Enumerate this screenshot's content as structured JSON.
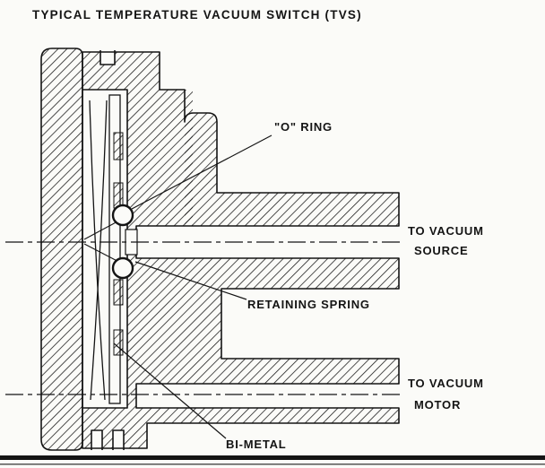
{
  "title": "TYPICAL TEMPERATURE VACUUM SWITCH (TVS)",
  "labels": {
    "o_ring": "\"O\" RING",
    "vacuum_source_1": "TO VACUUM",
    "vacuum_source_2": "SOURCE",
    "retaining_spring": "RETAINING SPRING",
    "vacuum_motor_1": "TO VACUUM",
    "vacuum_motor_2": "MOTOR",
    "bi_metal": "BI-METAL"
  },
  "colors": {
    "ink": "#141414",
    "paper": "#fbfbf8"
  }
}
